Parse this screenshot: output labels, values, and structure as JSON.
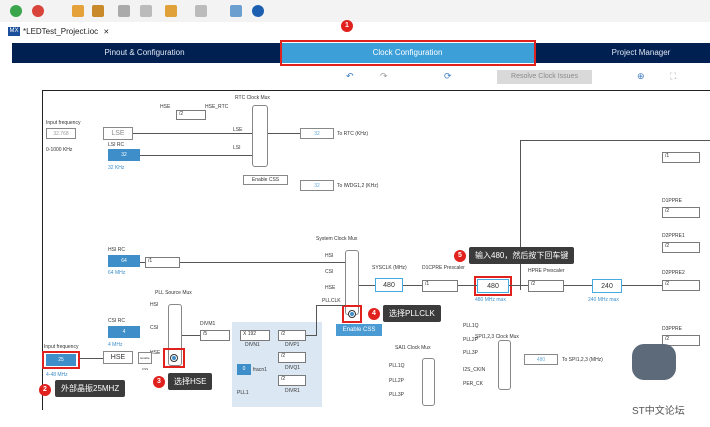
{
  "file_tab": {
    "icon": "MX",
    "title": "*LEDTest_Project.ioc",
    "close": "✕"
  },
  "tabs": [
    {
      "label": "Pinout & Configuration"
    },
    {
      "label": "Clock Configuration"
    },
    {
      "label": "Project Manager"
    }
  ],
  "toolbar2": {
    "resolve_label": "Resolve Clock Issues"
  },
  "input_freq": {
    "label": "Input frequency",
    "lse_value": "32.768",
    "lse_range": "0-1000 KHz",
    "hse_value": "25",
    "hse_range": "4-48 MHz"
  },
  "labels": {
    "rtc_mux": "RTC Clock Mux",
    "hse_rtc": "HSE_RTC",
    "hse": "HSE",
    "lse": "LSE",
    "lsi": "LSI",
    "lsi_rc": "LSI RC",
    "lsi_rc_val": "32",
    "lsi_rc_unit": "32 KHz",
    "hsi_rc": "HSI RC",
    "hsi_rc_val": "64",
    "hsi_rc_unit": "64 MHz",
    "csi_rc": "CSI RC",
    "csi_rc_val": "4",
    "csi_rc_unit": "4 MHz",
    "to_rtc": "To RTC (KHz)",
    "to_iwdg": "To IWDG1,2 (KHz)",
    "rtc_out": "32",
    "iwdg_out": "32",
    "enable_css": "Enable CSS",
    "sys_mux": "System Clock Mux",
    "hsi": "HSI",
    "csi": "CSI",
    "pllclk": "PLLCLK",
    "sysclk": "SYSCLK (MHz)",
    "sysclk_val": "480",
    "d1cpre": "D1CPRE Prescaler",
    "hpre": "HPRE Prescaler",
    "cpu_clk": "480",
    "cpu_max": "480 MHz max",
    "ahb_clk": "240",
    "ahb_max": "240 MHz max",
    "pll_mux": "PLL Source Mux",
    "divm1": "DIVM1",
    "divn1": "DIVN1",
    "divp1": "DIVP1",
    "divq1": "DIVQ1",
    "divr1": "DIVR1",
    "pll1": "PLL1",
    "fracn1": "fracn1",
    "fracn_val": "0",
    "spi_mux": "SPI1,2,3 Clock Mux",
    "sai_mux": "SAI1 Clock Mux",
    "to_spi": "To SPI1,2,3 (MHz)",
    "spi_val": "480",
    "d1ppre": "D1PPRE",
    "d2ppre1": "D2PPRE1",
    "d2ppre2": "D2PPRE2",
    "d3ppre": "D3PPRE",
    "div1": "/1",
    "div2": "/2",
    "div5": "/5",
    "x192": "X 192",
    "pll1q": "PLL1Q",
    "pll2p": "PLL2P",
    "pll3p": "PLL3P",
    "i2s_ckin": "I2S_CKIN",
    "per_ck": "PER_CK"
  },
  "callouts": {
    "n1": "1",
    "n2": "2",
    "n3": "3",
    "n4": "4",
    "n5": "5",
    "c2": "外部晶振25MHZ",
    "c3": "选择HSE",
    "c4": "选择PLLCLK",
    "c5": "输入480，然后按下回车键"
  },
  "watermark": "ST中文论坛",
  "colors": {
    "nav": "#002052",
    "active_tab": "#3c9fd8",
    "highlight": "#e0211d",
    "blue_box": "#3d8ec9"
  }
}
